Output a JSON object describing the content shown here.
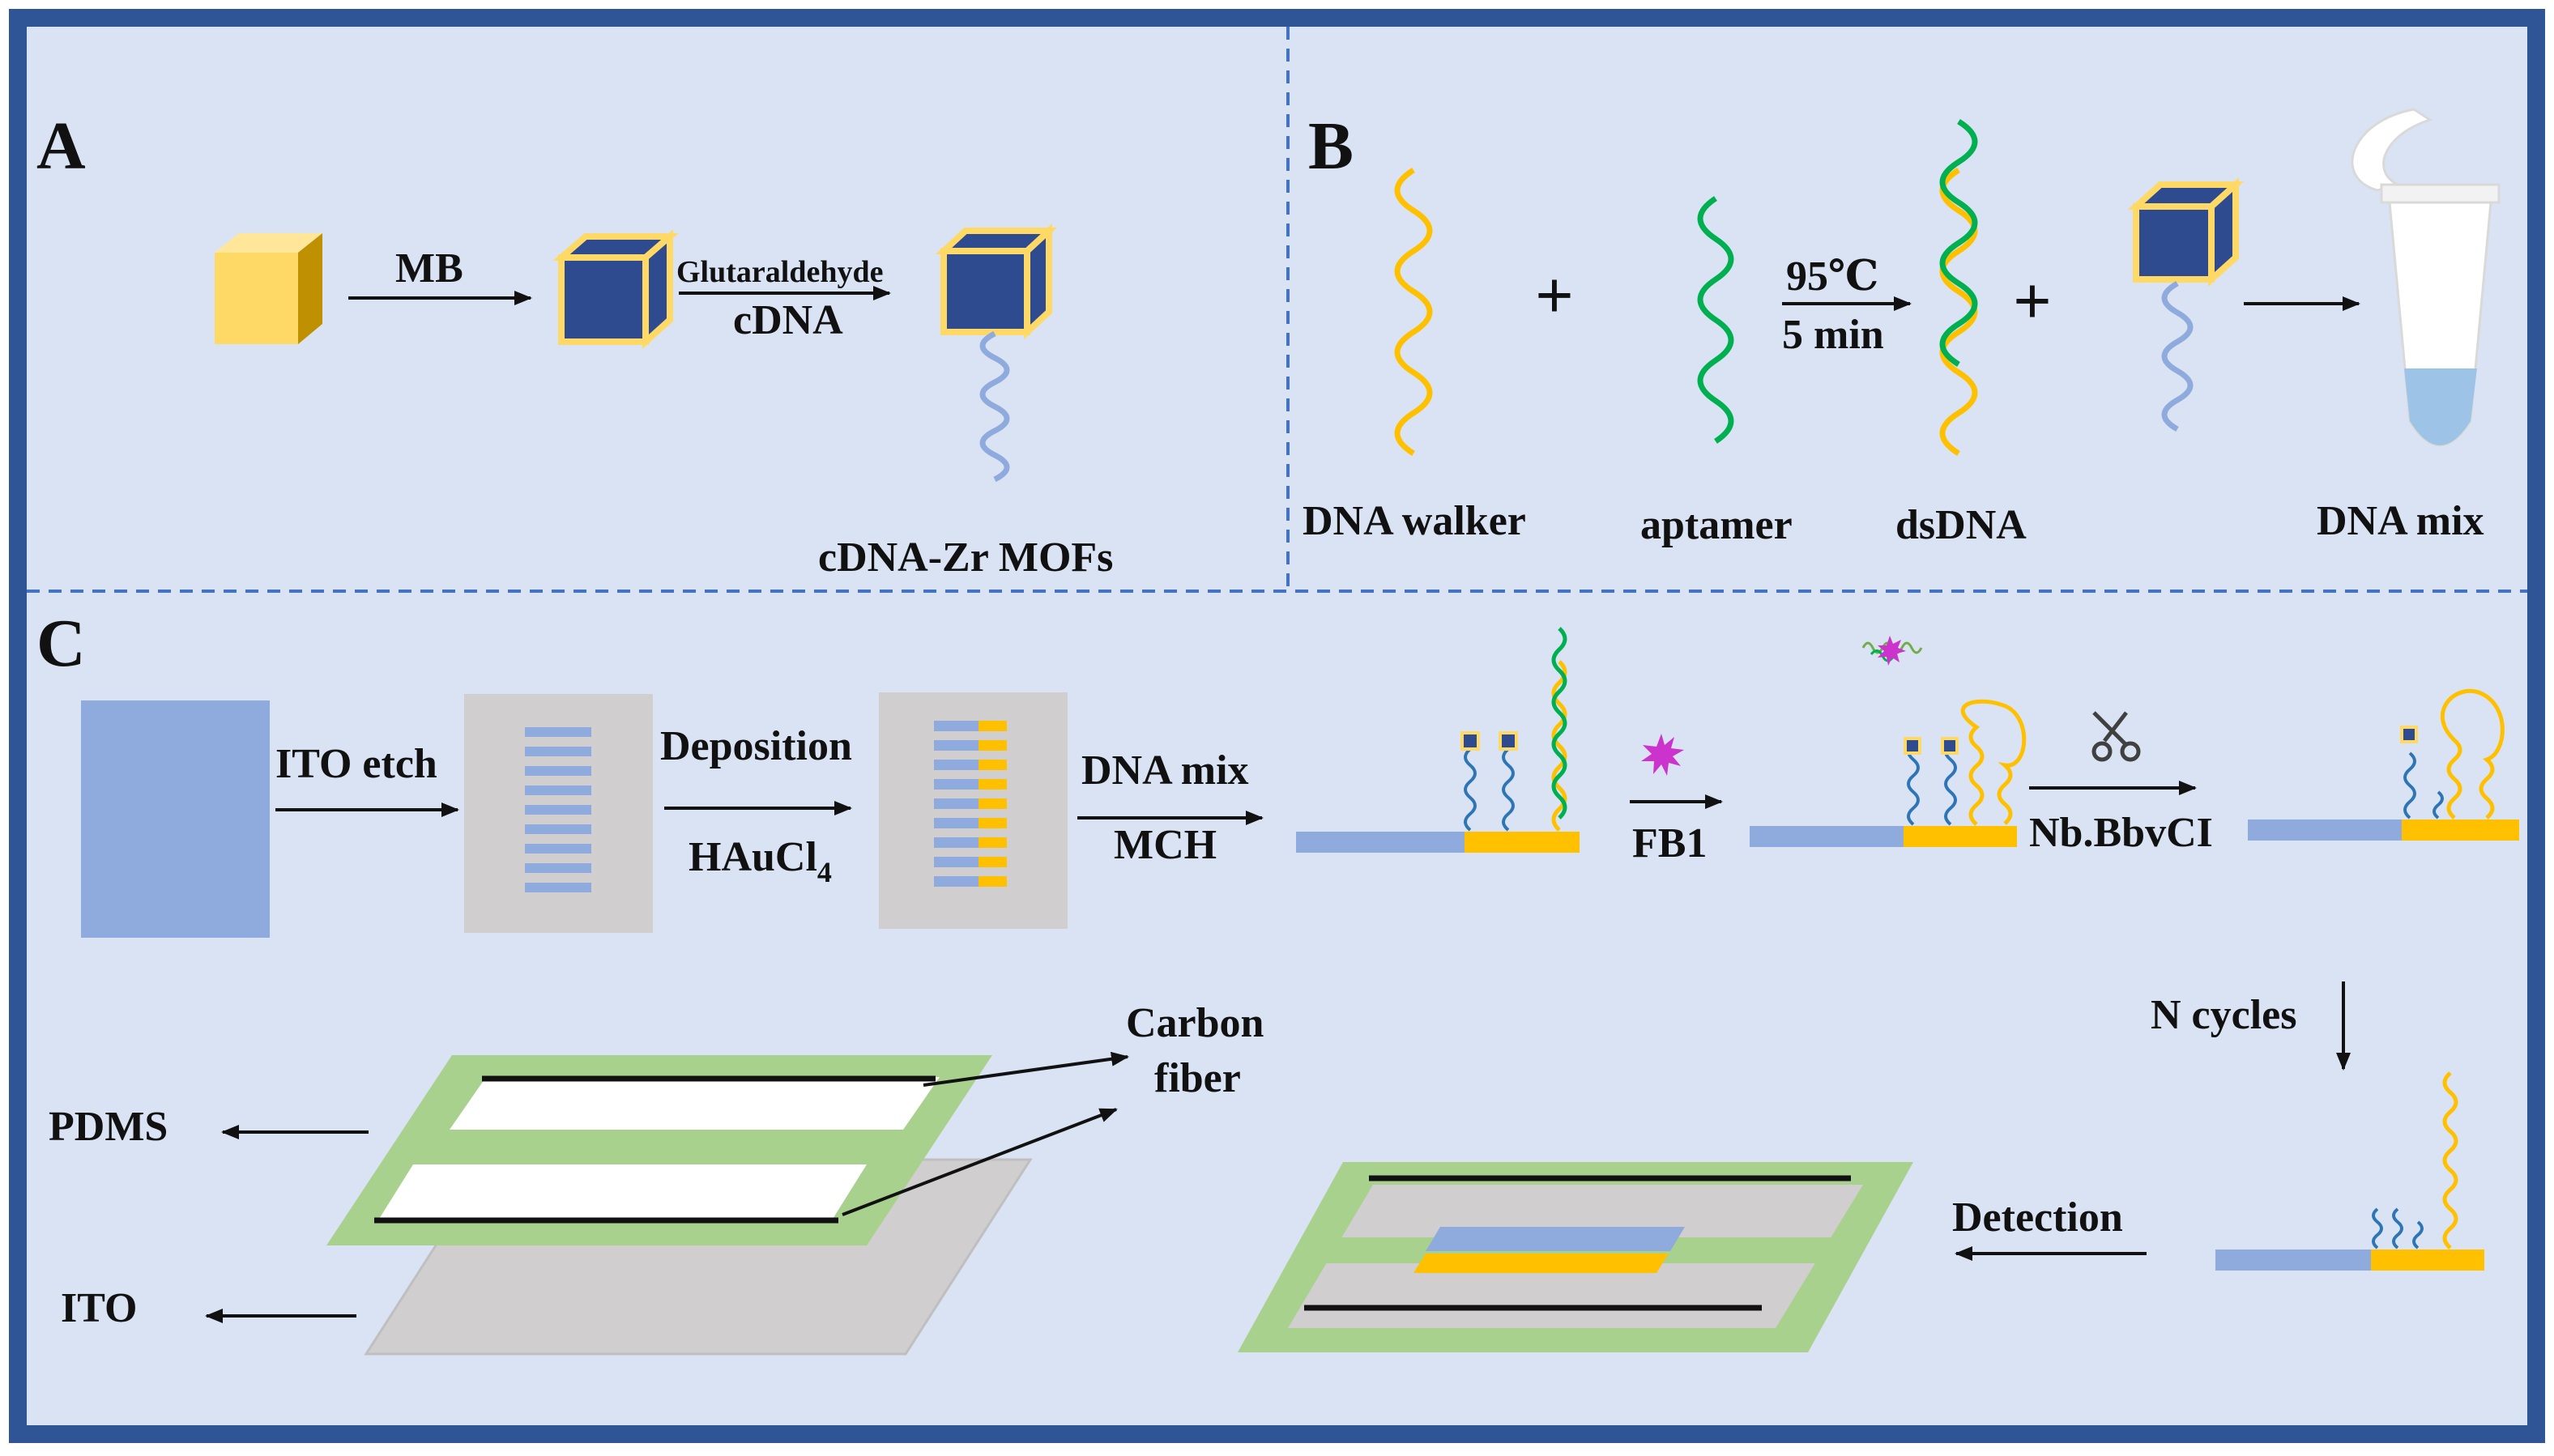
{
  "panels": {
    "a": {
      "letter": "A",
      "arrow1": "MB",
      "arrow2_top": "Glutaraldehyde",
      "arrow2_bottom": "cDNA",
      "product": "cDNA-Zr MOFs"
    },
    "b": {
      "letter": "B",
      "walker": "DNA walker",
      "aptamer": "aptamer",
      "temp": "95℃",
      "time": "5 min",
      "dsdna": "dsDNA",
      "mix": "DNA mix",
      "plus": "+"
    },
    "c": {
      "letter": "C",
      "ito_etch": "ITO etch",
      "deposition": "Deposition",
      "haucl": "HAuCl",
      "haucl_sub": "4",
      "dna_mix": "DNA mix",
      "mch": "MCH",
      "fb1": "FB1",
      "enzyme": "Nb.BbvCI",
      "cycles": "N  cycles",
      "detection": "Detection",
      "pdms": "PDMS",
      "ito": "ITO",
      "carbon1": "Carbon",
      "carbon2": "fiber"
    }
  },
  "colors": {
    "frame": "#2f5597",
    "panel_bg": "#dae3f3",
    "divider": "#4472c4",
    "gold": "#ffc000",
    "cube_yellow": "#ffd966",
    "cube_blue": "#2f4b8f",
    "strand_blue": "#8faadc",
    "green_strand": "#00b050",
    "chip_gray": "#d0cece",
    "pdms_green": "#a9d18e",
    "electrode_blue": "#8faadc",
    "ito_blue": "#8faadc"
  },
  "icons": [
    "cube-icon",
    "scissors-icon",
    "tube-icon",
    "star-icon"
  ]
}
